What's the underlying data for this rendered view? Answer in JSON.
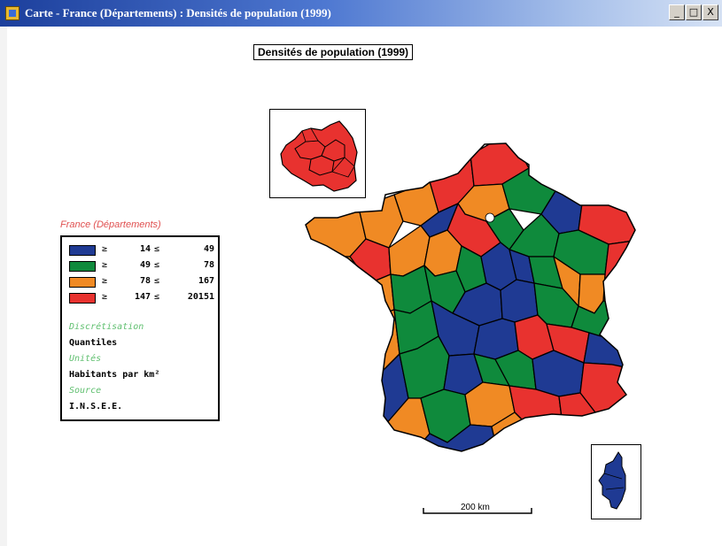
{
  "window": {
    "title": "Carte - France (Départements) : Densités de population (1999)",
    "minimize_glyph": "_",
    "maximize_glyph": "□",
    "close_glyph": "X"
  },
  "map": {
    "title": "Densités de population (1999)",
    "scale_label": "200 km"
  },
  "legend": {
    "title": "France (Départements)",
    "classes": [
      {
        "color": "#1f3a93",
        "low": "14",
        "high": "49"
      },
      {
        "color": "#0f8a3c",
        "low": "49",
        "high": "78"
      },
      {
        "color": "#f08a24",
        "low": "78",
        "high": "167"
      },
      {
        "color": "#e8322f",
        "low": "147",
        "high": "20151"
      }
    ],
    "le_symbol": "≥",
    "ge_symbol": "≤",
    "discretisation_label": "Discrétisation",
    "discretisation_value": "Quantiles",
    "unit_label": "Unités",
    "unit_value": "Habitants par km²",
    "source_label": "Source",
    "source_value": "I.N.S.E.E."
  }
}
